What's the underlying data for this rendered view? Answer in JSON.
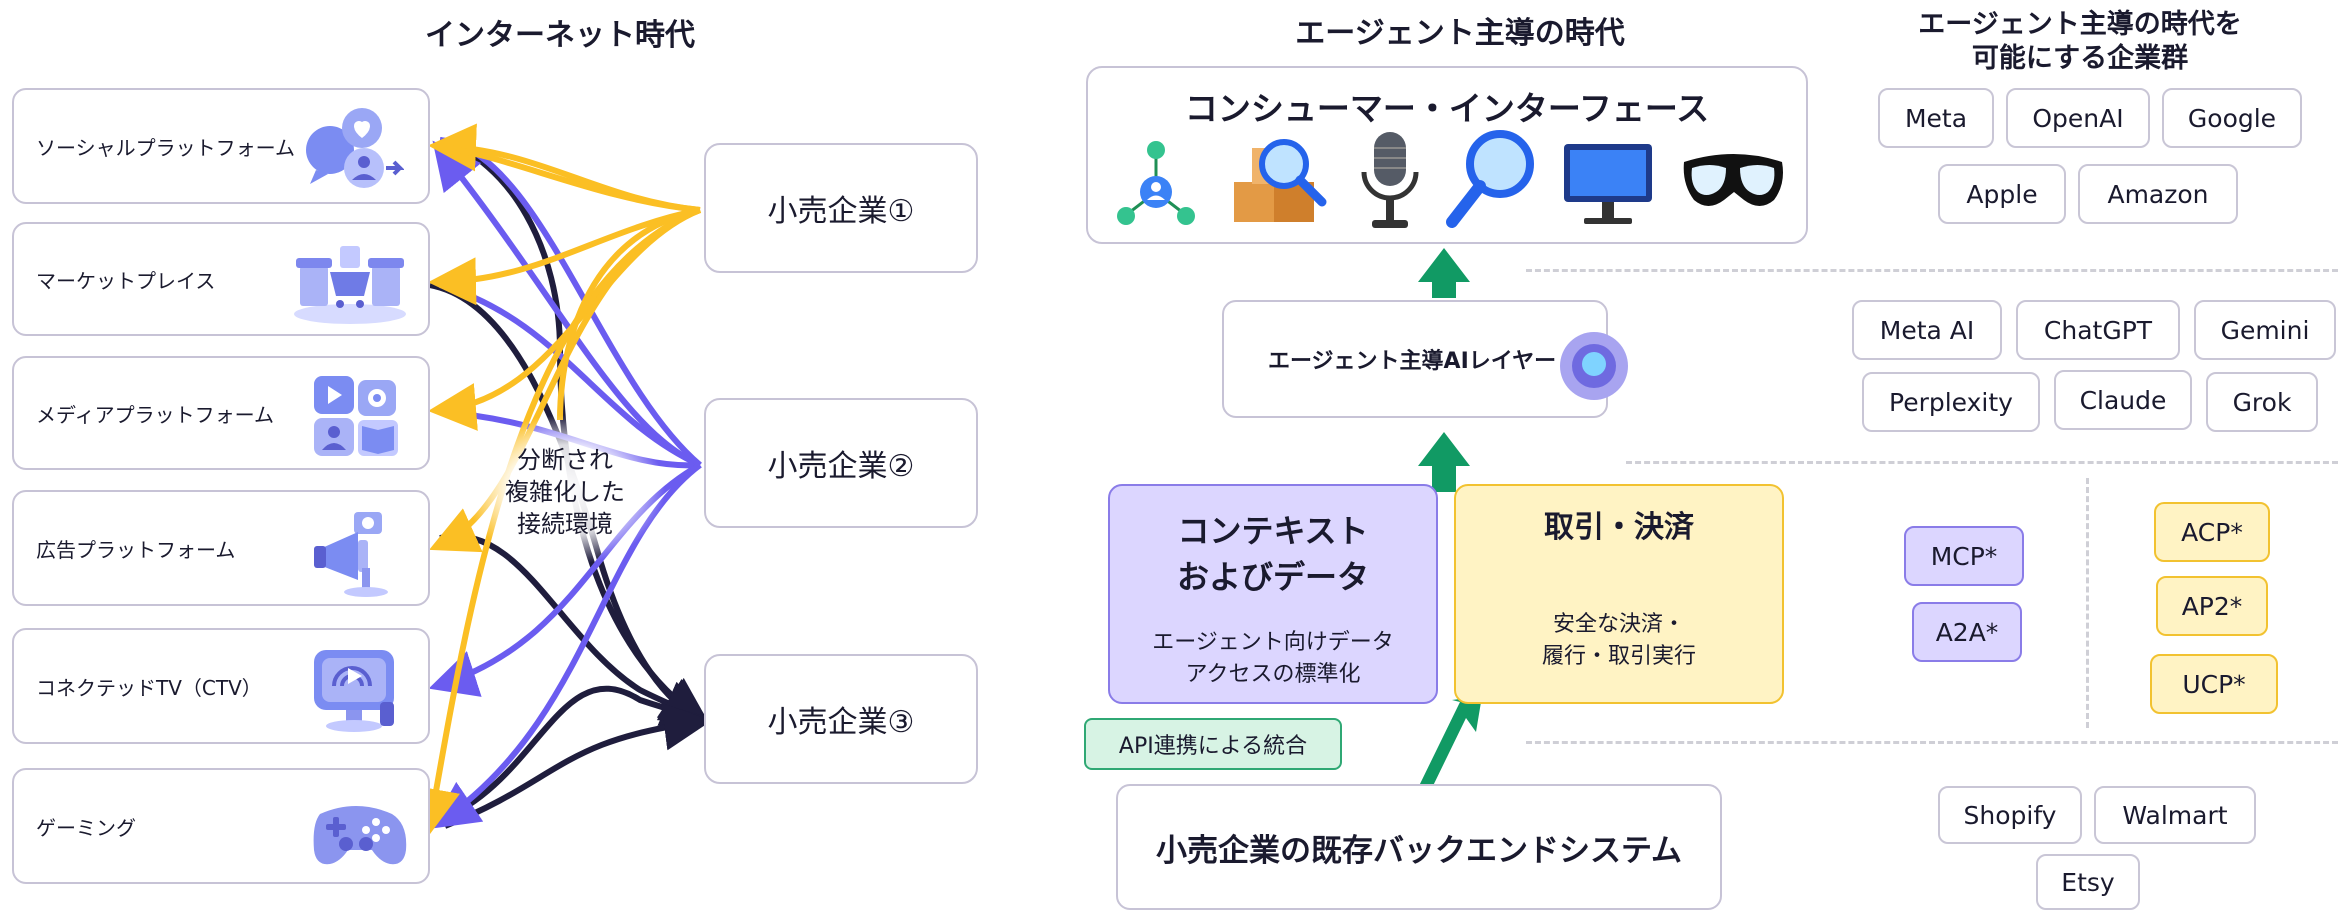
{
  "left": {
    "title": "インターネット時代",
    "platforms": [
      {
        "label": "ソーシャルプラットフォーム",
        "icon": "social-icon"
      },
      {
        "label": "マーケットプレイス",
        "icon": "marketplace-icon"
      },
      {
        "label": "メディアプラットフォーム",
        "icon": "media-icon"
      },
      {
        "label": "広告プラットフォーム",
        "icon": "megaphone-icon"
      },
      {
        "label": "コネクテッドTV（CTV）",
        "icon": "tv-icon"
      },
      {
        "label": "ゲーミング",
        "icon": "gamepad-icon"
      }
    ],
    "retailers": [
      "小売企業①",
      "小売企業②",
      "小売企業③"
    ],
    "center_label": [
      "分断され",
      "複雑化した",
      "接続環境"
    ],
    "colors": {
      "purple": "#6b5cf0",
      "yellow": "#fbbf24",
      "navy": "#1f1d3d"
    }
  },
  "middle": {
    "title": "エージェント主導の時代",
    "consumer_interface": "コンシューマー・インターフェース",
    "consumer_icons": [
      "network-icon",
      "boxes-search-icon",
      "microphone-icon",
      "magnifier-icon",
      "monitor-icon",
      "vr-goggles-icon"
    ],
    "ai_layer": "エージェント主導AIレイヤー",
    "context": {
      "title_line1": "コンテキスト",
      "title_line2": "およびデータ",
      "sub_line1": "エージェント向けデータ",
      "sub_line2": "アクセスの標準化"
    },
    "transaction": {
      "title": "取引・決済",
      "sub_line1": "安全な決済・",
      "sub_line2": "履行・取引実行"
    },
    "api_badge": "API連携による統合",
    "backend": "小売企業の既存バックエンドシステム",
    "arrow_color": "#119a64"
  },
  "right": {
    "title_line1": "エージェント主導の時代を",
    "title_line2": "可能にする企業群",
    "companies_row1": [
      "Meta",
      "OpenAI",
      "Google"
    ],
    "companies_row2": [
      "Apple",
      "Amazon"
    ],
    "ai_row1": [
      "Meta AI",
      "ChatGPT",
      "Gemini"
    ],
    "ai_row2": [
      "Perplexity",
      "Claude",
      "Grok"
    ],
    "protocols_purple": [
      "MCP*",
      "A2A*"
    ],
    "protocols_yellow": [
      "ACP*",
      "AP2*",
      "UCP*"
    ],
    "commerce_row1": [
      "Shopify",
      "Walmart"
    ],
    "commerce_row2": [
      "Etsy"
    ]
  }
}
